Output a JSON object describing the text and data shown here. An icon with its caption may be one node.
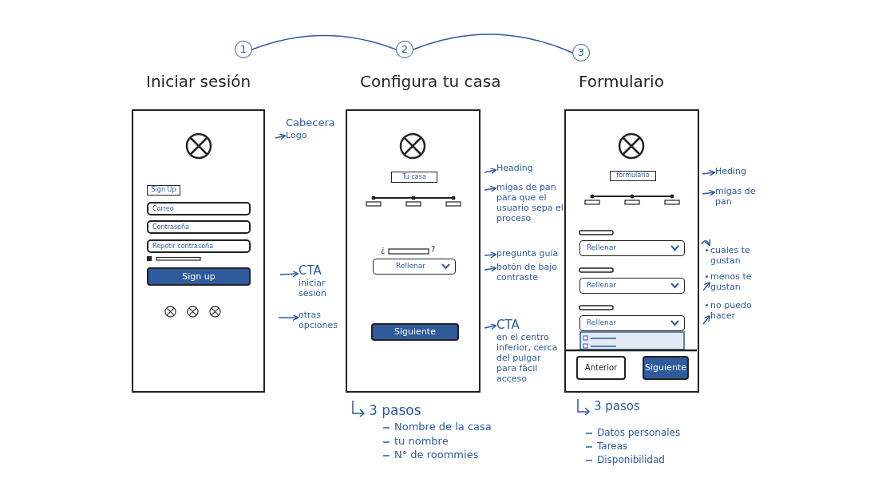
{
  "diagram": {
    "nodes": [
      {
        "text": [
          "1"
        ]
      },
      {
        "text": [
          "2"
        ]
      },
      {
        "text": [
          "3"
        ]
      },
      {
        "text": [
          "Iniciar sesión"
        ]
      },
      {
        "text": [
          "Sign Up"
        ],
        "in": 3
      },
      {
        "text": [
          "Correo"
        ],
        "in": 3
      },
      {
        "text": [
          "Contraseña"
        ],
        "in": 3
      },
      {
        "text": [
          "Repetir contraseña"
        ],
        "in": 3
      },
      {
        "text": [
          "Sign up"
        ],
        "in": 3
      },
      {
        "text": [
          "Configura tu casa"
        ]
      },
      {
        "text": [
          "Tu casa"
        ],
        "in": 9
      },
      {
        "text": [
          "Rellenar"
        ],
        "in": 9
      },
      {
        "text": [
          "Siguiente"
        ],
        "in": 9
      },
      {
        "text": [
          "Formulario"
        ]
      },
      {
        "text": [
          "formulario"
        ],
        "in": 13
      },
      {
        "text": [
          "Rellenar"
        ],
        "in": 13
      },
      {
        "text": [
          "Rellenar"
        ],
        "in": 13
      },
      {
        "text": [
          "Rellenar"
        ],
        "in": 13
      },
      {
        "text": [
          "Anterior"
        ],
        "in": 13
      },
      {
        "text": [
          "Siguiente"
        ],
        "in": 13
      },
      {
        "text": [
          "Cabecera",
          "Logo"
        ]
      },
      {
        "text": [
          "CTA",
          "iniciar sesión"
        ]
      },
      {
        "text": [
          "otras opciones"
        ]
      },
      {
        "text": [
          "Heading"
        ]
      },
      {
        "text": [
          "migas de pan para que el usuario sepa el proceso"
        ]
      },
      {
        "text": [
          "pregunta guía"
        ]
      },
      {
        "text": [
          "botón de bajo contraste"
        ]
      },
      {
        "text": [
          "CTA",
          "en el centro inferior, cerca del pulgar para fácil acceso"
        ]
      },
      {
        "text": [
          "Heding"
        ]
      },
      {
        "text": [
          "migas de pan"
        ]
      },
      {
        "text": [
          "cuales te gustan"
        ]
      },
      {
        "text": [
          "menos te gustan"
        ]
      },
      {
        "text": [
          "no puedo hacer"
        ]
      }
    ],
    "edges": [
      {
        "from": 0,
        "to": 1,
        "arrow": "none"
      },
      {
        "from": 1,
        "to": 2,
        "arrow": "none"
      },
      {
        "from": null,
        "to": 20,
        "arrow": "to"
      },
      {
        "from": null,
        "to": 21,
        "arrow": "to"
      },
      {
        "from": null,
        "to": 22,
        "arrow": "to"
      },
      {
        "from": null,
        "to": 23,
        "arrow": "to"
      },
      {
        "from": null,
        "to": 24,
        "arrow": "to"
      },
      {
        "from": null,
        "to": 25,
        "arrow": "to"
      },
      {
        "from": null,
        "to": 26,
        "arrow": "to"
      },
      {
        "from": null,
        "to": 27,
        "arrow": "to"
      },
      {
        "from": null,
        "to": 28,
        "arrow": "to"
      },
      {
        "from": null,
        "to": 29,
        "arrow": "to"
      },
      {
        "from": null,
        "to": 30,
        "arrow": "to"
      },
      {
        "from": null,
        "to": 31,
        "arrow": "to"
      },
      {
        "from": null,
        "to": 32,
        "arrow": "to"
      }
    ],
    "labels": [
      "¿",
      "?",
      "3 pasos",
      "Nombre de la casa",
      "tu nombre",
      "N° de roommies",
      "3 pasos",
      "Datos personales",
      "Tareas",
      "Disponibilidad"
    ]
  }
}
